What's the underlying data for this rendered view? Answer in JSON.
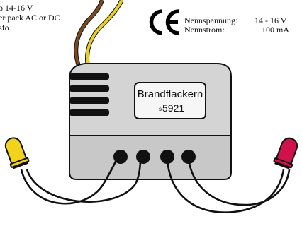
{
  "left_note": {
    "lines": [
      "o 14-16 V",
      "er pack AC or DC",
      "sfo"
    ]
  },
  "ce_mark": "CE",
  "specs": {
    "voltage_label": "Nennspannung:",
    "voltage_value": "14 - 16 V",
    "current_label": "Nennstrom:",
    "current_value": "100 mA"
  },
  "module": {
    "name": "Brandflackern",
    "article_prefix": "s",
    "article_number": "5921"
  },
  "leds": {
    "left_color": "#f2d21b",
    "right_color": "#d0114a"
  },
  "colors": {
    "wire_brown": "#7a4a1e",
    "wire_yellow": "#e8cf1e",
    "module_body": "#d4d4d4",
    "module_base": "#c8c8c8"
  }
}
